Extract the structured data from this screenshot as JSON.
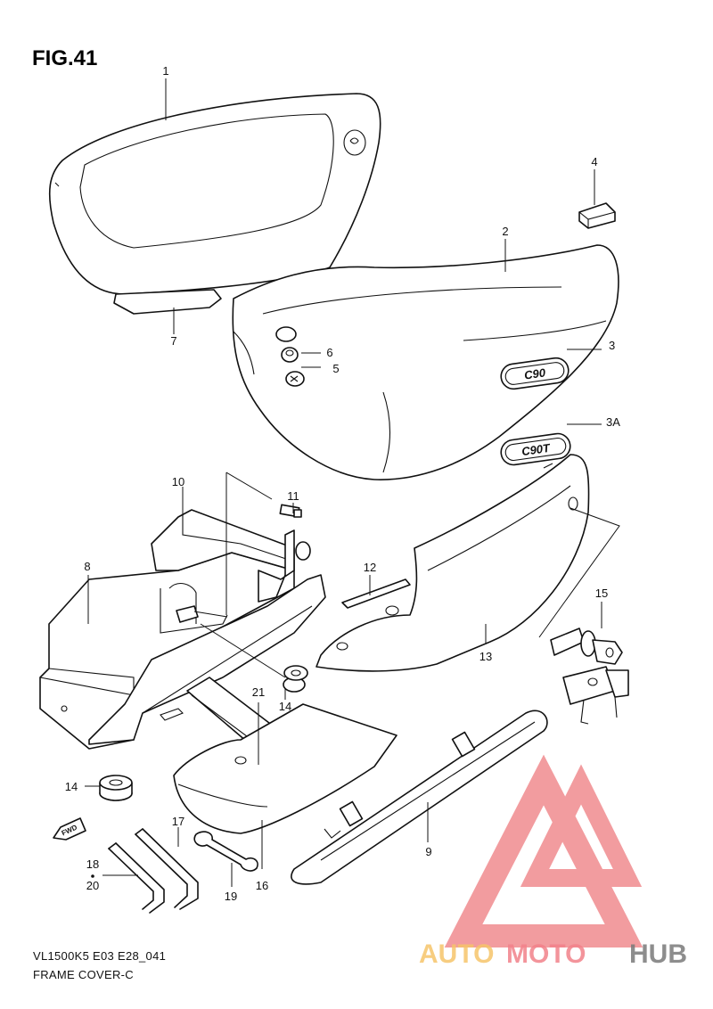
{
  "figure": {
    "title": "FIG.41",
    "code": "VL1500K5 E03 E28_041",
    "name": "FRAME COVER-C"
  },
  "callouts": {
    "c1": "1",
    "c2": "2",
    "c3": "3",
    "c3a": "3A",
    "c4": "4",
    "c5": "5",
    "c6": "6",
    "c7": "7",
    "c8": "8",
    "c9": "9",
    "c10": "10",
    "c11": "11",
    "c12": "12",
    "c13": "13",
    "c14a": "14",
    "c14b": "14",
    "c15": "15",
    "c16": "16",
    "c17": "17",
    "c18": "18",
    "c19": "19",
    "c20": "20",
    "c21": "21"
  },
  "emblem": {
    "text_upper": "C90",
    "text_lower": "C90T"
  },
  "fwd_label": "FWD",
  "watermark": {
    "part1": "AUTO",
    "part2": "MOTO",
    "part3": "HUB",
    "colors": {
      "auto": "#f6c56a",
      "moto": "#f2828a",
      "hub": "#7a7a7a",
      "logo": "#f08b8f"
    }
  }
}
